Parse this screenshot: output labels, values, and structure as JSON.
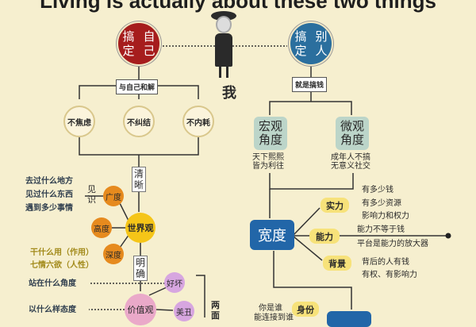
{
  "title": "Living is actually about these two things",
  "colors": {
    "background": "#f6efcf",
    "red": "#a61d1d",
    "blue": "#2b6f9e",
    "yellow": "#f5c518",
    "orange": "#e68a1e"
  },
  "left": {
    "main": [
      "搞定",
      "自己"
    ],
    "connector": "与自己和解",
    "circles": [
      "不焦虑",
      "不纠结",
      "不内耗"
    ],
    "clear": "清晰",
    "worldview": "世界观",
    "breadth": "广度",
    "height": "高度",
    "depth": "深度",
    "insight": "见识",
    "breadth_notes": [
      "去过什么地方",
      "见过什么东西",
      "遇到多少事情"
    ],
    "depth_notes": [
      "干什么用（作用）",
      "七情六欲（人性）"
    ],
    "definite": "明确",
    "values": "价值观",
    "good_bad": "好坏",
    "beauty_ugly": "美丑",
    "angle_note": "站在什么角度",
    "attitude_note": "以什么样态度",
    "two_sides": "两面"
  },
  "me": "我",
  "right": {
    "main": [
      "搞定",
      "别人"
    ],
    "connector": "就是搞钱",
    "macro": [
      "宏观",
      "角度"
    ],
    "micro": [
      "微观",
      "角度"
    ],
    "macro_notes": [
      "天下熙熙",
      "皆为利往"
    ],
    "micro_notes": [
      "成年人不搞",
      "无意义社交"
    ],
    "width": "宽度",
    "strength": "实力",
    "ability": "能力",
    "background": "背景",
    "strength_notes": [
      "有多少钱",
      "有多少资源",
      "影响力和权力"
    ],
    "ability_notes": [
      "能力不等于钱",
      "平台是能力的放大器"
    ],
    "background_notes": [
      "背后的人有钱",
      "有权、有影响力"
    ],
    "identity": "身份",
    "identity_notes": [
      "你是谁",
      "能连接到谁"
    ]
  }
}
